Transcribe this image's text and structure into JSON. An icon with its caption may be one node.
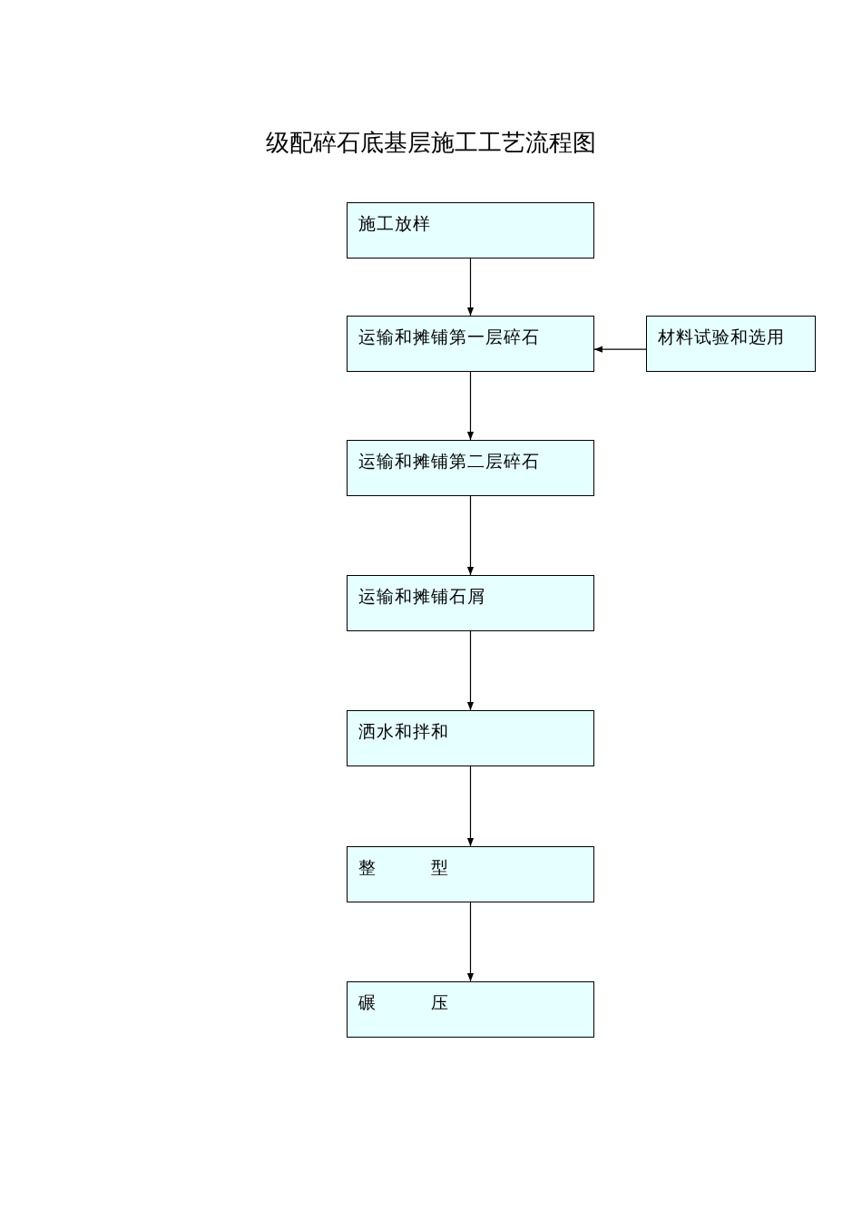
{
  "diagram": {
    "title": "级配碎石底基层施工工艺流程图",
    "nodes": [
      {
        "text": [
          "施工放样"
        ]
      },
      {
        "text": [
          "运输和摊铺第一层碎石"
        ]
      },
      {
        "text": [
          "材料试验和选用"
        ]
      },
      {
        "text": [
          "运输和摊铺第二层碎石"
        ]
      },
      {
        "text": [
          "运输和摊铺石屑"
        ]
      },
      {
        "text": [
          "洒水和拌和"
        ]
      },
      {
        "text": [
          "整　　　型"
        ]
      },
      {
        "text": [
          "碾　　　压"
        ]
      }
    ],
    "edges": [
      {
        "from": 0,
        "to": 1,
        "arrow": "to"
      },
      {
        "from": 2,
        "to": 1,
        "arrow": "to"
      },
      {
        "from": 1,
        "to": 3,
        "arrow": "to"
      },
      {
        "from": 3,
        "to": 4,
        "arrow": "to"
      },
      {
        "from": 4,
        "to": 5,
        "arrow": "to"
      },
      {
        "from": 5,
        "to": 6,
        "arrow": "to"
      },
      {
        "from": 6,
        "to": 7,
        "arrow": "to"
      }
    ]
  }
}
